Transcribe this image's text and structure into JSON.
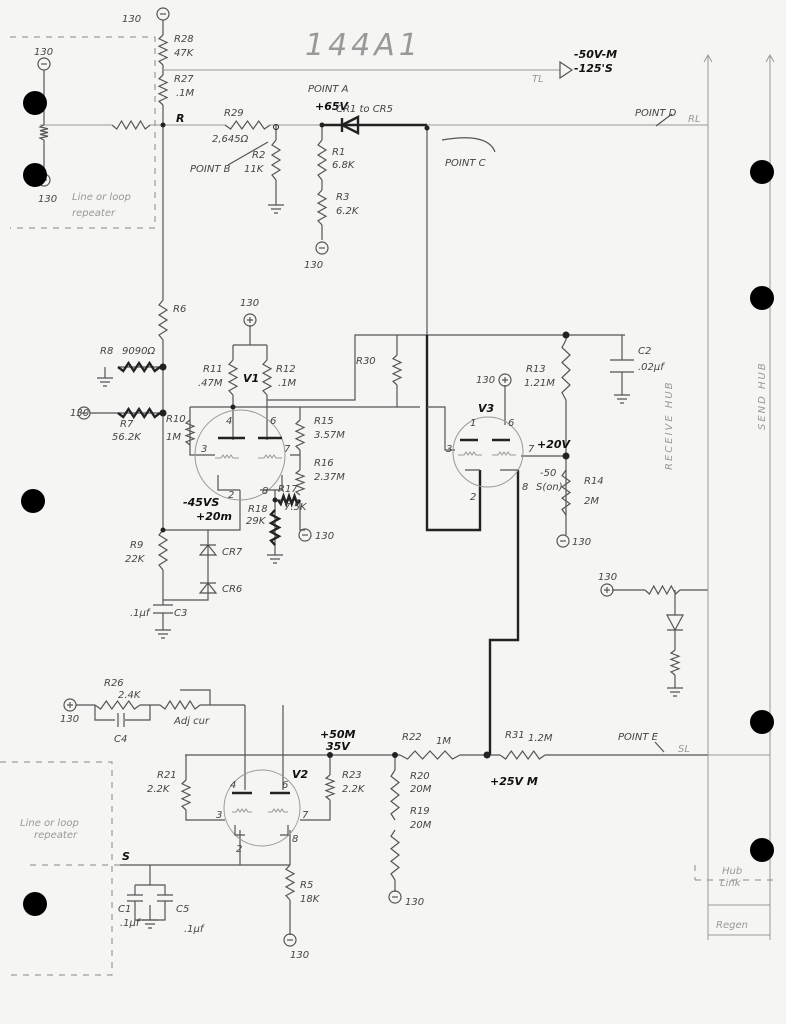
{
  "title": "144A1",
  "supply": {
    "v130": "130",
    "neg130": "130"
  },
  "top": {
    "tl_note1": "-50V-M",
    "tl_note2": "-125'S",
    "tl": "TL",
    "rl": "RL",
    "node_r": "R",
    "r28": "R28",
    "r28v": "47K",
    "r27": "R27",
    "r27v": ".1M",
    "r29": "R29",
    "r29v": "2,645Ω",
    "r2": "R2",
    "r2v": "11K",
    "point_a": "POINT A",
    "point_a_v": "+65V",
    "cr": "CR1 to CR5",
    "r1": "R1",
    "r1v": "6.8K",
    "r3": "R3",
    "r3v": "6.2K",
    "point_b": "POINT B",
    "point_c": "POINT C",
    "point_d": "POINT D",
    "repeater1": "Line or loop",
    "repeater2": "repeater"
  },
  "v1": {
    "label": "V1",
    "r6": "R6",
    "r8": "R8",
    "r8v": "9090Ω",
    "r7": "R7",
    "r7v": "56.2K",
    "r10": "R10",
    "r10v": "1M",
    "r11": "R11",
    "r11v": ".47M",
    "r12": "R12",
    "r12v": ".1M",
    "r15": "R15",
    "r15v": "3.57M",
    "r16": "R16",
    "r16v": "2.37M",
    "r17": "R17",
    "r17v": "7.5K",
    "r18": "R18",
    "r18v": "29K",
    "note1": "-45VS",
    "note2": "+20m",
    "r9": "R9",
    "r9v": "22K",
    "cr7": "CR7",
    "cr6": "CR6",
    "c3": "C3",
    "c3v": ".1µf",
    "pin4": "4",
    "pin6": "6",
    "pin3": "3",
    "pin7": "7",
    "pin2": "2",
    "pin8": "8"
  },
  "v3": {
    "label": "V3",
    "r30": "R30",
    "r13": "R13",
    "r13v": "1.21M",
    "r14": "R14",
    "r14v": "2M",
    "c2": "C2",
    "c2v": ".02µf",
    "note1": "+20V",
    "note2": "-50",
    "note3": "S(on)",
    "pin1": "1",
    "pin6": "6",
    "pin3": "3",
    "pin7": "7",
    "pin2": "2",
    "pin8": "8"
  },
  "v2": {
    "label": "V2",
    "r26": "R26",
    "r26v": "2.4K",
    "c4": "C4",
    "adj": "Adj cur",
    "r21": "R21",
    "r21v": "2.2K",
    "r23": "R23",
    "r23v": "2.2K",
    "note1": "+50M",
    "note2": "35V",
    "r22": "R22",
    "r22v": "1M",
    "r31": "R31",
    "r31v": "1.2M",
    "r20": "R20",
    "r20v": "20M",
    "r19": "R19",
    "r19v": "20M",
    "note3": "+25V M",
    "point_e": "POINT E",
    "sl": "SL",
    "s": "S",
    "c1": "C1",
    "c1v": ".1µf",
    "c5": "C5",
    "c5v": ".1µf",
    "r5": "R5",
    "r5v": "18K",
    "repeater1": "Line or loop",
    "repeater2": "repeater",
    "pin4": "4",
    "pin6": "6",
    "pin3": "3",
    "pin7": "7",
    "pin2": "2",
    "pin8": "8"
  },
  "right": {
    "receive_hub": "RECEIVE HUB",
    "send_hub": "SEND HUB",
    "hub_link1": "Hub",
    "hub_link2": "Link",
    "regen": "Regen"
  }
}
